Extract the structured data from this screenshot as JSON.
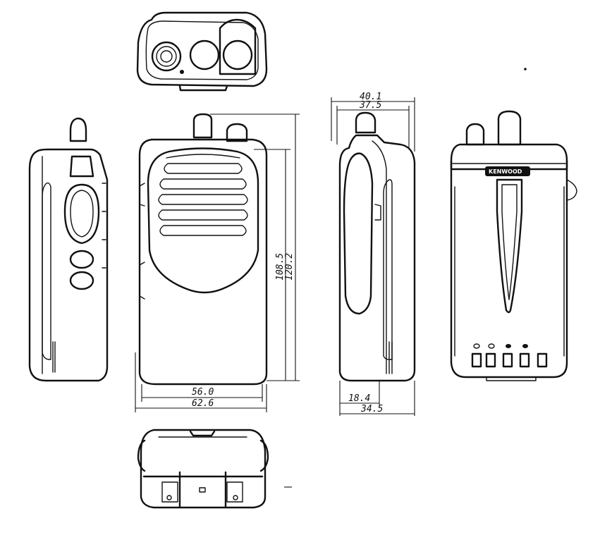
{
  "dimensions": {
    "front_inner_width": "56.0",
    "front_outer_width": "62.6",
    "height_body": "108.5",
    "height_total": "120.2",
    "top_outer_width": "40.1",
    "top_inner_width": "37.5",
    "depth_inner": "18.4",
    "depth_outer": "34.5"
  },
  "brand": {
    "logo": "KENWOOD"
  }
}
